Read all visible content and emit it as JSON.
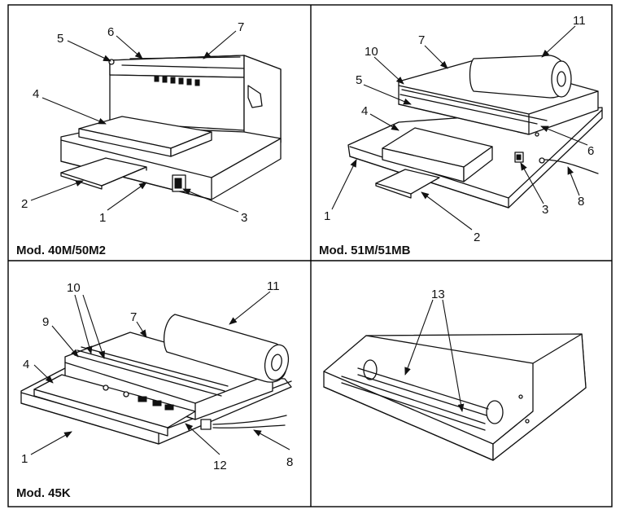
{
  "panels": [
    {
      "id": "p1",
      "caption": "Mod. 40M/50M2",
      "labels": [
        "1",
        "2",
        "3",
        "4",
        "5",
        "6",
        "7"
      ]
    },
    {
      "id": "p2",
      "caption": "Mod. 51M/51MB",
      "labels": [
        "1",
        "2",
        "3",
        "4",
        "5",
        "6",
        "7",
        "8",
        "10",
        "11"
      ]
    },
    {
      "id": "p3",
      "caption": "Mod. 45K",
      "labels": [
        "1",
        "4",
        "7",
        "8",
        "9",
        "10",
        "11",
        "12"
      ]
    },
    {
      "id": "p4",
      "caption": "",
      "labels": [
        "13"
      ]
    }
  ]
}
